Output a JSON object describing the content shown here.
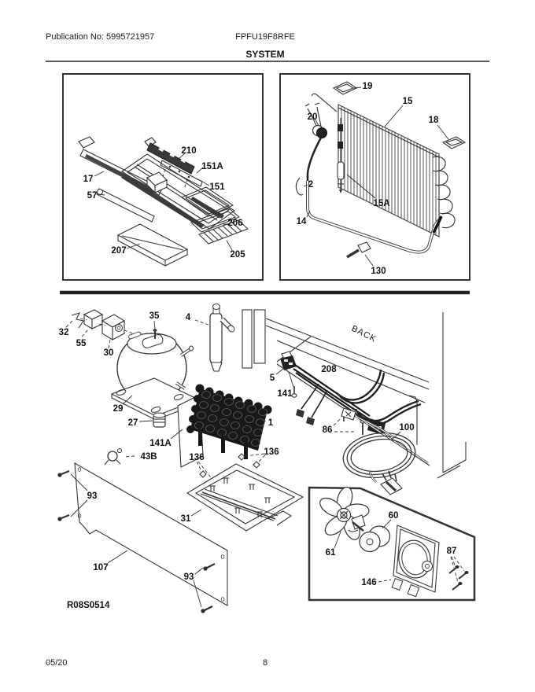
{
  "page": {
    "publication": "Publication No: 5995721957",
    "model": "FPFU19F8RFE",
    "section_title": "SYSTEM",
    "diagram_code": "R08S0514",
    "date": "05/20",
    "page_number": "8"
  },
  "diagram": {
    "back_label": "BACK",
    "callouts": {
      "n210": "210",
      "n151A": "151A",
      "n17": "17",
      "n151": "151",
      "n57": "57",
      "n206": "206",
      "n207": "207",
      "n205": "205",
      "n19": "19",
      "n20": "20",
      "n15": "15",
      "n18": "18",
      "n2": "2",
      "n15A": "15A",
      "n14": "14",
      "n130": "130",
      "n32": "32",
      "n55": "55",
      "n30": "30",
      "n35": "35",
      "n4": "4",
      "n29": "29",
      "n27": "27",
      "n141A": "141A",
      "n43B": "43B",
      "n136": "136",
      "n1": "1",
      "n5": "5",
      "n141": "141",
      "n208": "208",
      "n86": "86",
      "n100": "100",
      "n93": "93",
      "n107": "107",
      "n31": "31",
      "n61": "61",
      "n60": "60",
      "n146": "146",
      "n87": "87"
    }
  }
}
